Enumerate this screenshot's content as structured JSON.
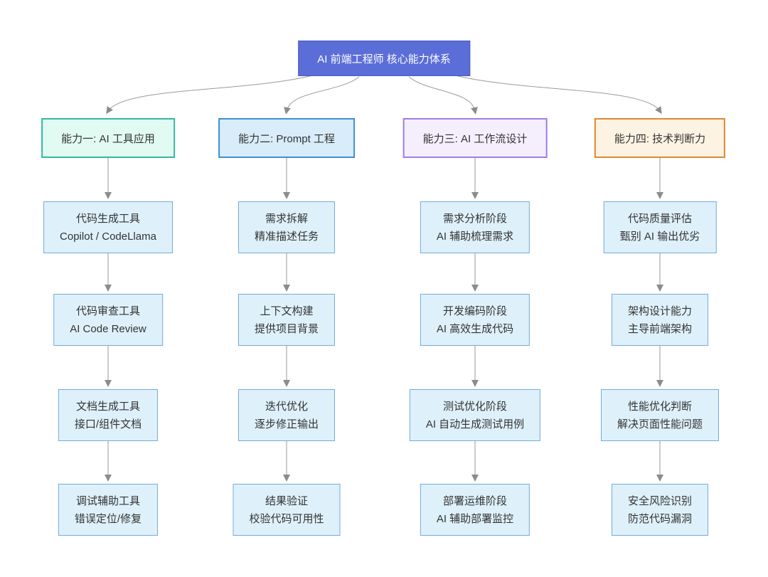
{
  "root": {
    "label": "AI 前端工程师 核心能力体系"
  },
  "columns": [
    {
      "header": "能力一: AI 工具应用",
      "items": [
        {
          "title": "代码生成工具",
          "subtitle": "Copilot / CodeLlama"
        },
        {
          "title": "代码审查工具",
          "subtitle": "AI Code Review"
        },
        {
          "title": "文档生成工具",
          "subtitle": "接口/组件文档"
        },
        {
          "title": "调试辅助工具",
          "subtitle": "错误定位/修复"
        }
      ]
    },
    {
      "header": "能力二: Prompt 工程",
      "items": [
        {
          "title": "需求拆解",
          "subtitle": "精准描述任务"
        },
        {
          "title": "上下文构建",
          "subtitle": "提供项目背景"
        },
        {
          "title": "迭代优化",
          "subtitle": "逐步修正输出"
        },
        {
          "title": "结果验证",
          "subtitle": "校验代码可用性"
        }
      ]
    },
    {
      "header": "能力三: AI 工作流设计",
      "items": [
        {
          "title": "需求分析阶段",
          "subtitle": "AI 辅助梳理需求"
        },
        {
          "title": "开发编码阶段",
          "subtitle": "AI 高效生成代码"
        },
        {
          "title": "测试优化阶段",
          "subtitle": "AI 自动生成测试用例"
        },
        {
          "title": "部署运维阶段",
          "subtitle": "AI 辅助部署监控"
        }
      ]
    },
    {
      "header": "能力四: 技术判断力",
      "items": [
        {
          "title": "代码质量评估",
          "subtitle": "甄别 AI 输出优劣"
        },
        {
          "title": "架构设计能力",
          "subtitle": "主导前端架构"
        },
        {
          "title": "性能优化判断",
          "subtitle": "解决页面性能问题"
        },
        {
          "title": "安全风险识别",
          "subtitle": "防范代码漏洞"
        }
      ]
    }
  ],
  "palette": {
    "root_fill": "#5b6ed8",
    "root_border": "#4857c3",
    "root_text": "#ffffff",
    "node_fill": "#def1fb",
    "node_border": "#74abd9",
    "edge": "#999999",
    "text": "#333333",
    "column_accents": [
      "#35b5a2",
      "#3e8fd6",
      "#9d7ee6",
      "#e1882e"
    ],
    "column_fills": [
      "#e2fbf2",
      "#d8ecfa",
      "#f5effd",
      "#fdf3e3"
    ]
  }
}
